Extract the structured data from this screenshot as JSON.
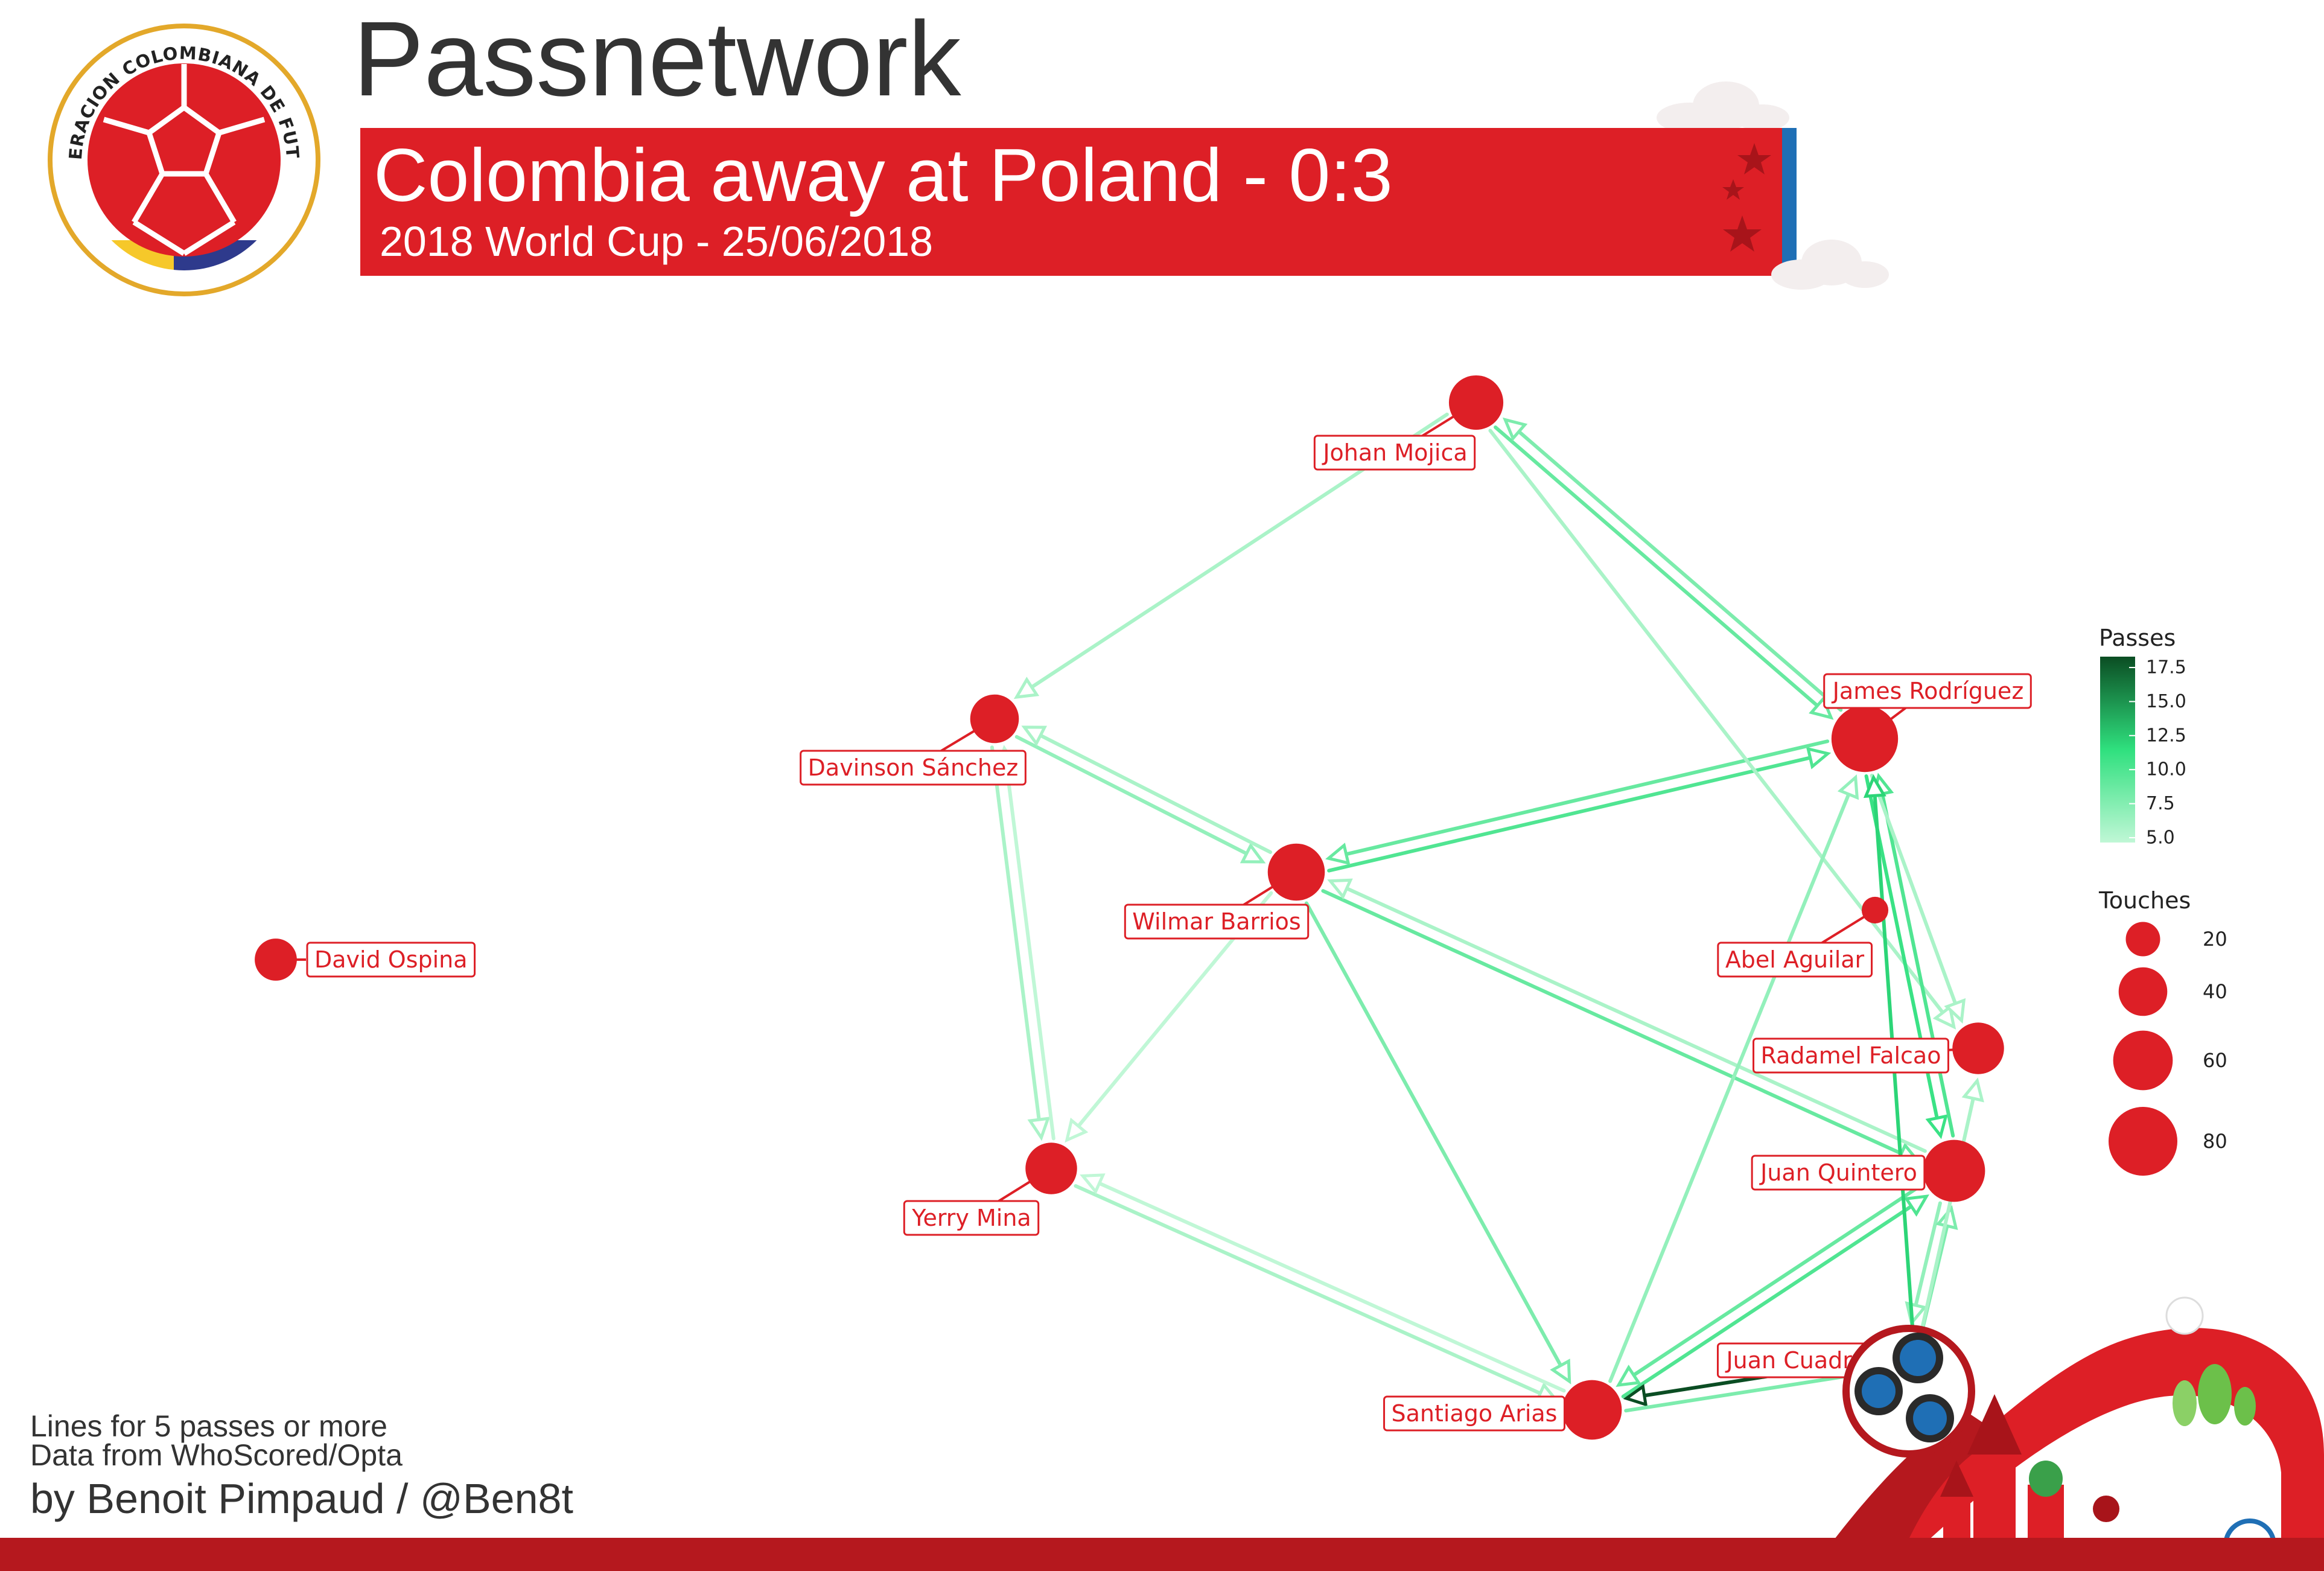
{
  "header": {
    "title": "Passnetwork",
    "banner_title": "Colombia away at Poland - 0:3",
    "banner_subtitle": "2018 World Cup - 25/06/2018",
    "logo_text": "FEDERACION COLOMBIANA DE FUTBOL"
  },
  "footer": {
    "note_1": "Lines for 5 passes or more",
    "note_2": "Data from WhoScored/Opta",
    "credit": "by Benoit Pimpaud / @Ben8t"
  },
  "colors": {
    "team_red": "#dd1f26",
    "banner_blue": "#1f6fb5",
    "edge_light": "#b7f5cf",
    "edge_mid": "#3ee38a",
    "edge_dark": "#0d5a2a",
    "text_dark": "#333333"
  },
  "legend": {
    "passes_title": "Passes",
    "passes_ticks": [
      "17.5",
      "15.0",
      "12.5",
      "10.0",
      "7.5",
      "5.0"
    ],
    "touches_title": "Touches",
    "touches_values": [
      20,
      40,
      60,
      80
    ],
    "touches_labels": [
      "20",
      "40",
      "60",
      "80"
    ]
  },
  "players": [
    {
      "id": "ospina",
      "name": "David Ospina",
      "touches": 30
    },
    {
      "id": "mojica",
      "name": "Johan Mojica",
      "touches": 50
    },
    {
      "id": "sanchez",
      "name": "Davinson Sánchez",
      "touches": 40
    },
    {
      "id": "barrios",
      "name": "Wilmar Barrios",
      "touches": 55
    },
    {
      "id": "mina",
      "name": "Yerry Mina",
      "touches": 45
    },
    {
      "id": "james",
      "name": "James Rodríguez",
      "touches": 75
    },
    {
      "id": "aguilar",
      "name": "Abel Aguilar",
      "touches": 12
    },
    {
      "id": "falcao",
      "name": "Radamel Falcao",
      "touches": 45
    },
    {
      "id": "quintero",
      "name": "Juan Quintero",
      "touches": 65
    },
    {
      "id": "cuadrado",
      "name": "Juan Cuadrado",
      "touches": 65
    },
    {
      "id": "arias",
      "name": "Santiago Arias",
      "touches": 60
    }
  ],
  "passes": [
    {
      "from": "mojica",
      "to": "sanchez",
      "count": 6
    },
    {
      "from": "sanchez",
      "to": "barrios",
      "count": 7
    },
    {
      "from": "barrios",
      "to": "sanchez",
      "count": 6
    },
    {
      "from": "sanchez",
      "to": "mina",
      "count": 6
    },
    {
      "from": "mina",
      "to": "sanchez",
      "count": 5
    },
    {
      "from": "barrios",
      "to": "mina",
      "count": 5
    },
    {
      "from": "barrios",
      "to": "james",
      "count": 10
    },
    {
      "from": "james",
      "to": "barrios",
      "count": 9
    },
    {
      "from": "barrios",
      "to": "arias",
      "count": 8
    },
    {
      "from": "barrios",
      "to": "quintero",
      "count": 9
    },
    {
      "from": "quintero",
      "to": "barrios",
      "count": 6
    },
    {
      "from": "mina",
      "to": "arias",
      "count": 6
    },
    {
      "from": "arias",
      "to": "mina",
      "count": 5
    },
    {
      "from": "mojica",
      "to": "james",
      "count": 9
    },
    {
      "from": "james",
      "to": "mojica",
      "count": 8
    },
    {
      "from": "mojica",
      "to": "falcao",
      "count": 6
    },
    {
      "from": "james",
      "to": "quintero",
      "count": 11
    },
    {
      "from": "quintero",
      "to": "james",
      "count": 10
    },
    {
      "from": "james",
      "to": "falcao",
      "count": 6
    },
    {
      "from": "arias",
      "to": "james",
      "count": 7
    },
    {
      "from": "arias",
      "to": "quintero",
      "count": 10
    },
    {
      "from": "quintero",
      "to": "arias",
      "count": 9
    },
    {
      "from": "quintero",
      "to": "cuadrado",
      "count": 7
    },
    {
      "from": "cuadrado",
      "to": "quintero",
      "count": 8
    },
    {
      "from": "cuadrado",
      "to": "falcao",
      "count": 6
    },
    {
      "from": "cuadrado",
      "to": "james",
      "count": 12
    },
    {
      "from": "cuadrado",
      "to": "arias",
      "count": 18
    },
    {
      "from": "arias",
      "to": "cuadrado",
      "count": 8
    }
  ]
}
